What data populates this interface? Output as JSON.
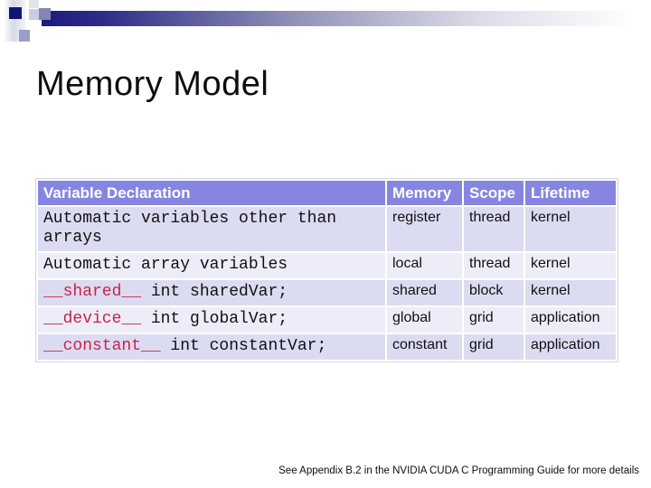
{
  "slide": {
    "title": "Memory Model",
    "footer": "See Appendix B.2 in the NVIDIA CUDA C Programming Guide for more details"
  },
  "table": {
    "headers": [
      "Variable Declaration",
      "Memory",
      "Scope",
      "Lifetime"
    ],
    "rows": [
      {
        "keyword": "",
        "declaration": "Automatic variables other than arrays",
        "memory": "register",
        "scope": "thread",
        "lifetime": "kernel"
      },
      {
        "keyword": "",
        "declaration": "Automatic array variables",
        "memory": "local",
        "scope": "thread",
        "lifetime": "kernel"
      },
      {
        "keyword": "__shared__",
        "declaration": " int sharedVar;",
        "memory": "shared",
        "scope": "block",
        "lifetime": "kernel"
      },
      {
        "keyword": "__device__",
        "declaration": " int globalVar;",
        "memory": "global",
        "scope": "grid",
        "lifetime": "application"
      },
      {
        "keyword": "__constant__",
        "declaration": " int constantVar;",
        "memory": "constant",
        "scope": "grid",
        "lifetime": "application"
      }
    ]
  },
  "colors": {
    "header_bg": "#8686e2",
    "row_bg_lavender": "#dbdbf2",
    "row_bg_light": "#ededfa",
    "keyword_red": "#cc2246",
    "bar_navy": "#1b1b7e"
  }
}
